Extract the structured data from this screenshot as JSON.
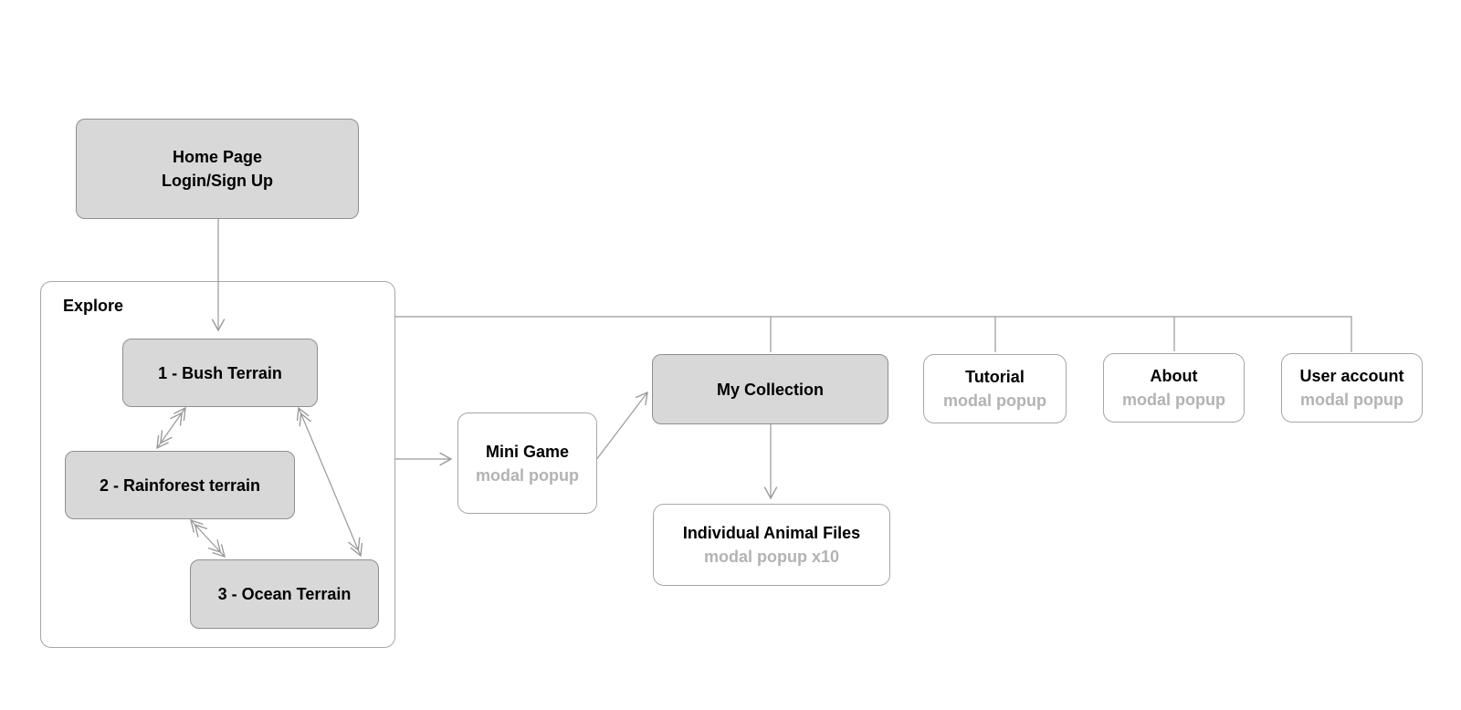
{
  "colors": {
    "node_fill": "#d8d8d8",
    "node_fill_light": "#ffffff",
    "node_border": "#8f8f8f",
    "light_border": "#a6a6a6",
    "connector": "#999999",
    "title_text": "#000000",
    "subtitle_text": "#b3b3b3",
    "background": "#ffffff"
  },
  "nodes": {
    "home": {
      "line1": "Home Page",
      "line2": "Login/Sign Up"
    },
    "explore": {
      "label": "Explore"
    },
    "bush": {
      "title": "1 - Bush Terrain"
    },
    "rainforest": {
      "title": "2 - Rainforest terrain"
    },
    "ocean": {
      "title": "3 - Ocean Terrain"
    },
    "mini_game": {
      "title": "Mini Game",
      "subtitle": "modal popup"
    },
    "my_collection": {
      "title": "My Collection"
    },
    "individual_animal_files": {
      "title": "Individual Animal Files",
      "subtitle": "modal popup x10"
    },
    "tutorial": {
      "title": "Tutorial",
      "subtitle": "modal popup"
    },
    "about": {
      "title": "About",
      "subtitle": "modal popup"
    },
    "user_account": {
      "title": "User account",
      "subtitle": "modal popup"
    }
  }
}
